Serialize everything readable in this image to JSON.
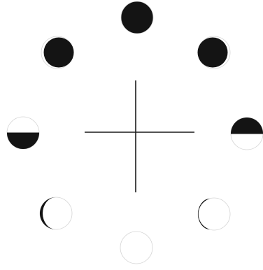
{
  "diagram": {
    "colors": {
      "background": "#ffffff",
      "dark": "#141414",
      "light": "#ffffff",
      "outline": "#d4d4d4",
      "crosshair": "#1a1a1a"
    },
    "discs": [
      {
        "id": "top",
        "dark_fraction": 1.0
      },
      {
        "id": "upper-left",
        "dark_fraction": 0.95
      },
      {
        "id": "upper-right",
        "dark_fraction": 0.95
      },
      {
        "id": "left",
        "dark_fraction": 0.5
      },
      {
        "id": "right",
        "dark_fraction": 0.5
      },
      {
        "id": "lower-left",
        "dark_fraction": 0.12
      },
      {
        "id": "lower-right",
        "dark_fraction": 0.12
      },
      {
        "id": "bottom",
        "dark_fraction": 0.0
      }
    ]
  }
}
